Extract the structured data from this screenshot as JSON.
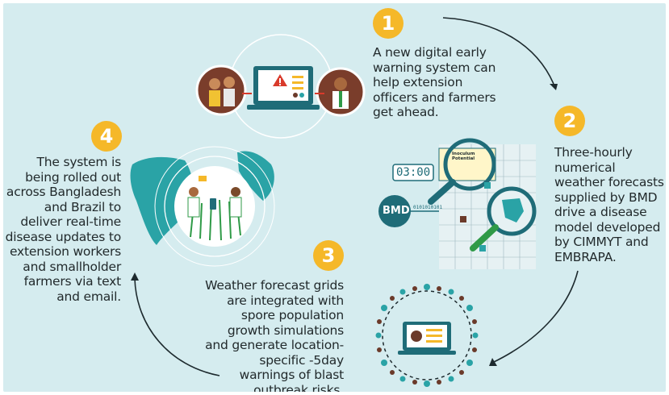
{
  "steps": [
    {
      "number": "1",
      "text": "A new digital early warning system can help extension officers and farmers get ahead."
    },
    {
      "number": "2",
      "text": "Three-hourly numerical weather forecasts supplied by BMD drive a disease model developed by CIMMYT and EMBRAPA."
    },
    {
      "number": "3",
      "text": "Weather forecast grids are integrated with spore population growth simulations and generate location-specific -5day warnings of blast outbreak risks."
    },
    {
      "number": "4",
      "text": "The system is being rolled out across Bangladesh and Brazil to deliver real-time disease updates to extension workers and smallholder farmers via text and email."
    }
  ],
  "illustration_labels": {
    "timer": "03:00",
    "agency": "BMD",
    "binary": "0101010101",
    "inoculum": "Inoculum Potential"
  },
  "colors": {
    "background": "#d5ecef",
    "badge": "#f5b829",
    "teal": "#2aa3a6",
    "dark_teal": "#1f6c78",
    "brown": "#6b3a2a",
    "red": "#d93a2b",
    "green": "#2f9a47"
  }
}
